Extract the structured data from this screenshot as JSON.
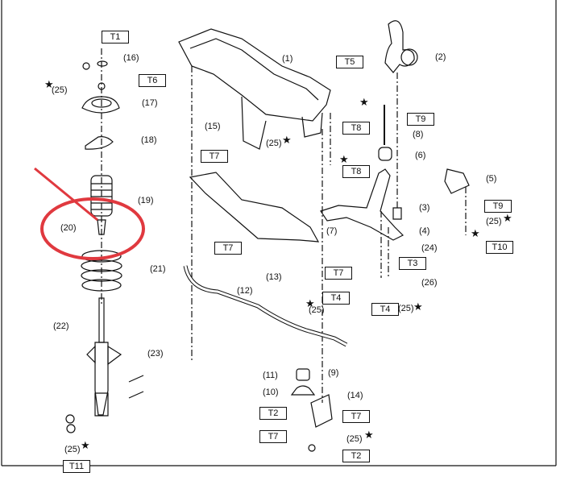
{
  "diagram": {
    "title": "Front suspension exploded parts diagram",
    "callouts": [
      "(1)",
      "(2)",
      "(3)",
      "(4)",
      "(5)",
      "(6)",
      "(7)",
      "(8)",
      "(9)",
      "(10)",
      "(11)",
      "(12)",
      "(13)",
      "(14)",
      "(15)",
      "(16)",
      "(17)",
      "(18)",
      "(19)",
      "(20)",
      "(21)",
      "(22)",
      "(23)",
      "(24)",
      "(25)",
      "(25)",
      "(25)",
      "(26)",
      "(25)",
      "(25)",
      "(25)",
      "(25)"
    ],
    "torque_boxes": [
      "T1",
      "T6",
      "T5",
      "T8",
      "T8",
      "T7",
      "T7",
      "T7",
      "T9",
      "T9",
      "T10",
      "T3",
      "T4",
      "T4",
      "T2",
      "T7",
      "T7",
      "T2",
      "T11"
    ],
    "star_symbol": "★",
    "highlight_color": "#e0393f",
    "line_color": "#111111"
  }
}
